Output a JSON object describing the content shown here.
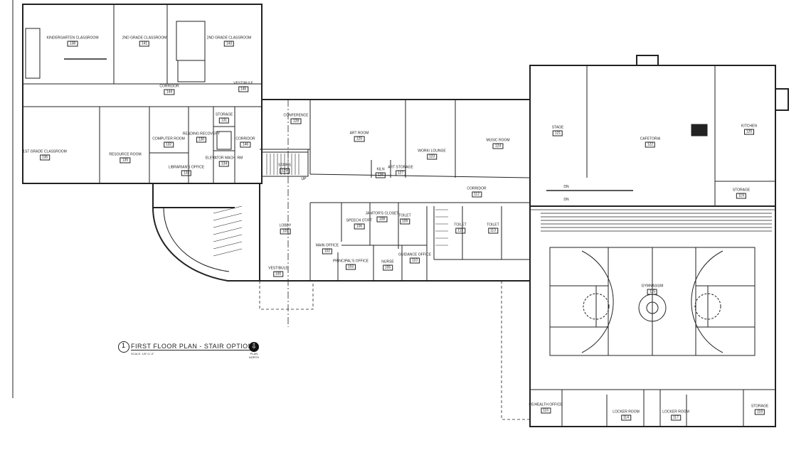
{
  "drawing": {
    "title": "FIRST FLOOR PLAN - STAIR OPTION",
    "detail_number": "1",
    "scale": "SCALE: 1/8\"=1'-0\"",
    "north_label": "PLAN NORTH",
    "north_icon": "north-arrow-icon"
  },
  "rooms": [
    {
      "name": "KINDERGARTEN CLASSROOM",
      "number": "138"
    },
    {
      "name": "2ND GRADE CLASSROOM",
      "number": "141"
    },
    {
      "name": "2ND GRADE CLASSROOM",
      "number": "143"
    },
    {
      "name": "CORRIDOR",
      "number": "144"
    },
    {
      "name": "VESTIBULE",
      "number": "145"
    },
    {
      "name": "1ST GRADE CLASSROOM",
      "number": "136"
    },
    {
      "name": "RESOURCE ROOM",
      "number": "135"
    },
    {
      "name": "COMPUTER ROOM",
      "number": "132"
    },
    {
      "name": "READING RECOVERY",
      "number": "130"
    },
    {
      "name": "STORAGE",
      "number": "131"
    },
    {
      "name": "ELEVATOR MACH. RM",
      "number": "134"
    },
    {
      "name": "LIBRARIAN'S OFFICE",
      "number": "133"
    },
    {
      "name": "CORRIDOR",
      "number": "146"
    },
    {
      "name": "CONFERENCE",
      "number": "128"
    },
    {
      "name": "STAIRS",
      "number": "129"
    },
    {
      "name": "ART ROOM",
      "number": "125"
    },
    {
      "name": "KILN",
      "number": "126"
    },
    {
      "name": "ART STORAGE",
      "number": "127"
    },
    {
      "name": "WORK/ LOUNGE",
      "number": "123"
    },
    {
      "name": "MUSIC ROOM",
      "number": "124"
    },
    {
      "name": "CORRIDOR",
      "number": "112"
    },
    {
      "name": "LOBBY",
      "number": "101"
    },
    {
      "name": "VESTIBULE",
      "number": "100"
    },
    {
      "name": "MAIN OFFICE",
      "number": "102"
    },
    {
      "name": "PRINCIPAL'S OFFICE",
      "number": "103"
    },
    {
      "name": "SPEECH OT/PT",
      "number": "106"
    },
    {
      "name": "JANITOR'S CLOSET",
      "number": "108"
    },
    {
      "name": "TOILET",
      "number": "109"
    },
    {
      "name": "NURSE",
      "number": "105"
    },
    {
      "name": "GUIDANCE OFFICE",
      "number": "110"
    },
    {
      "name": "TOILET",
      "number": "111"
    },
    {
      "name": "TOILET",
      "number": "113"
    },
    {
      "name": "STAGE",
      "number": "121"
    },
    {
      "name": "CAFETORIA",
      "number": "122"
    },
    {
      "name": "KITCHEN",
      "number": "120"
    },
    {
      "name": "STORAGE",
      "number": "119"
    },
    {
      "name": "GYMNASIUM",
      "number": "115"
    },
    {
      "name": "PE/HEALTH OFFICE",
      "number": "116"
    },
    {
      "name": "LOCKER ROOM",
      "number": "114"
    },
    {
      "name": "LOCKER ROOM",
      "number": "117"
    },
    {
      "name": "STORAGE",
      "number": "118"
    }
  ],
  "annotations": {
    "up": "UP",
    "dn1": "DN",
    "dn2": "DN"
  }
}
